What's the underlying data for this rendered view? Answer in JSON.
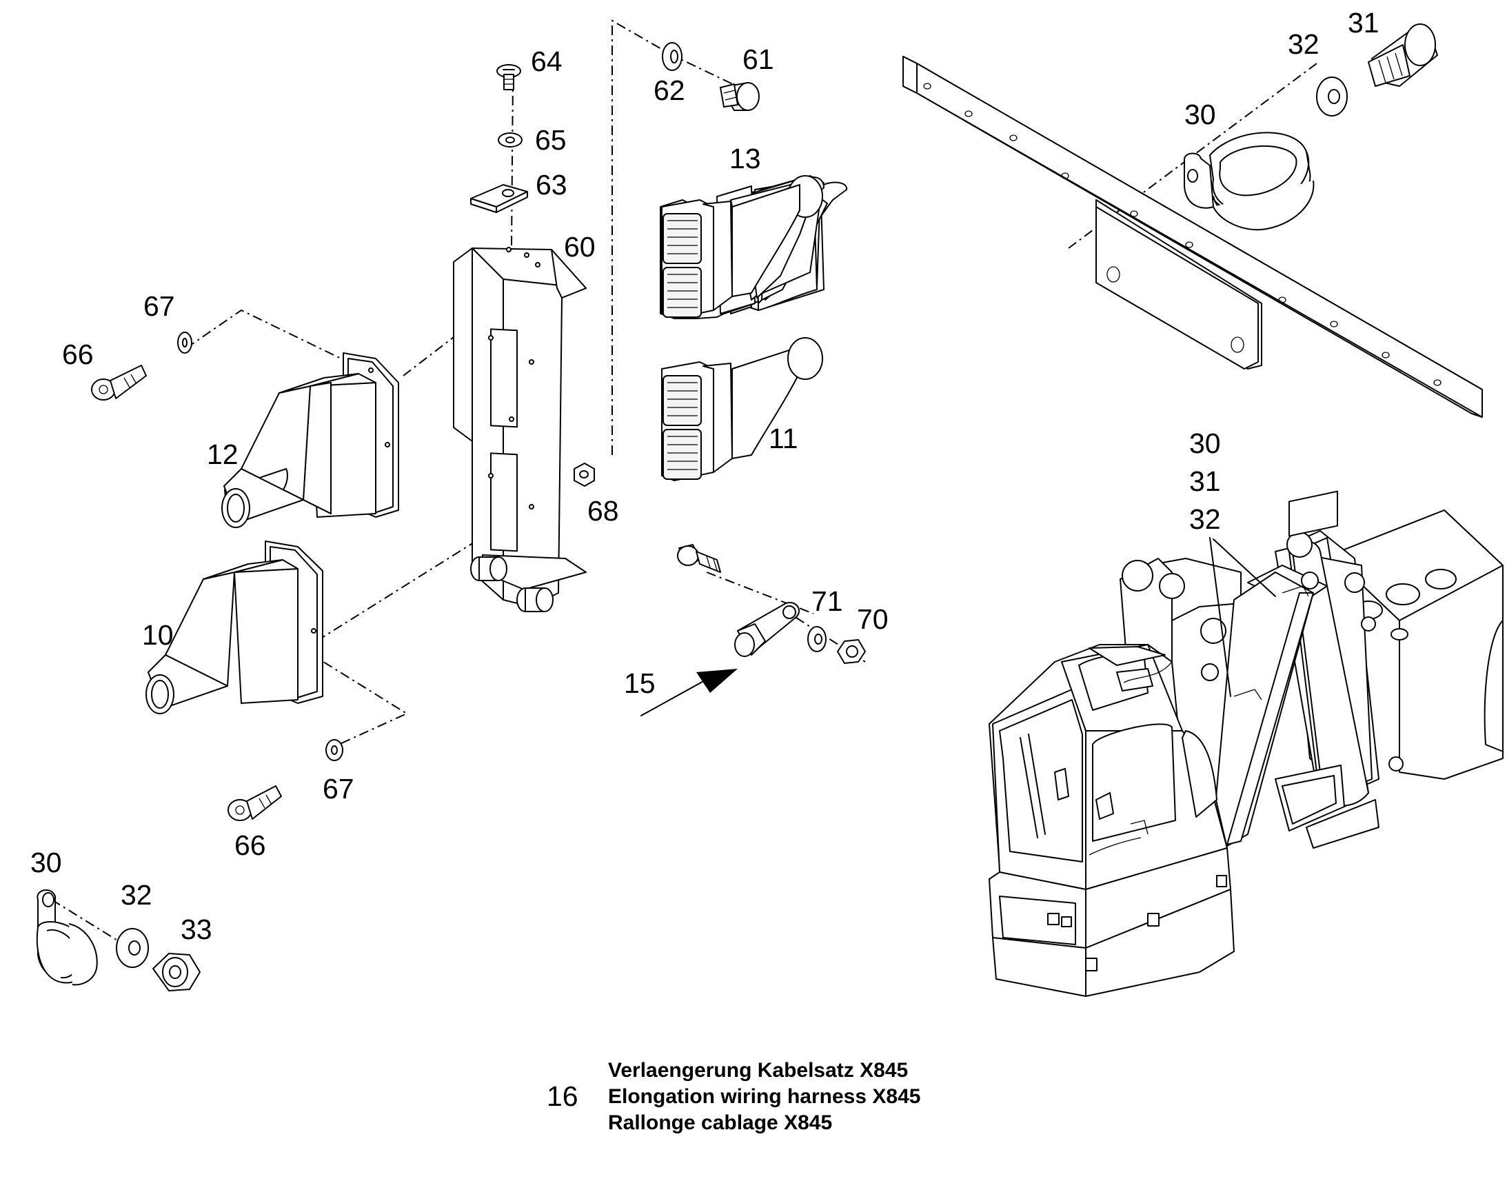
{
  "title_block": {
    "number": "16",
    "lines": [
      "Verlaengerung Kabelsatz X845",
      "Elongation wiring harness X845",
      "Rallonge cablage X845"
    ]
  },
  "callouts": {
    "c64": "64",
    "c61": "61",
    "c62": "62",
    "c65": "65",
    "c63": "63",
    "c13": "13",
    "c60": "60",
    "c67a": "67",
    "c66a": "66",
    "c12": "12",
    "c11": "11",
    "c68": "68",
    "c10": "10",
    "c71": "71",
    "c70": "70",
    "c15": "15",
    "c67b": "67",
    "c66b": "66",
    "c30a": "30",
    "c32a": "32",
    "c33": "33",
    "c31a": "31",
    "c32b": "32",
    "c30b": "30",
    "c30c": "30",
    "c31c": "31",
    "c32c": "32"
  }
}
